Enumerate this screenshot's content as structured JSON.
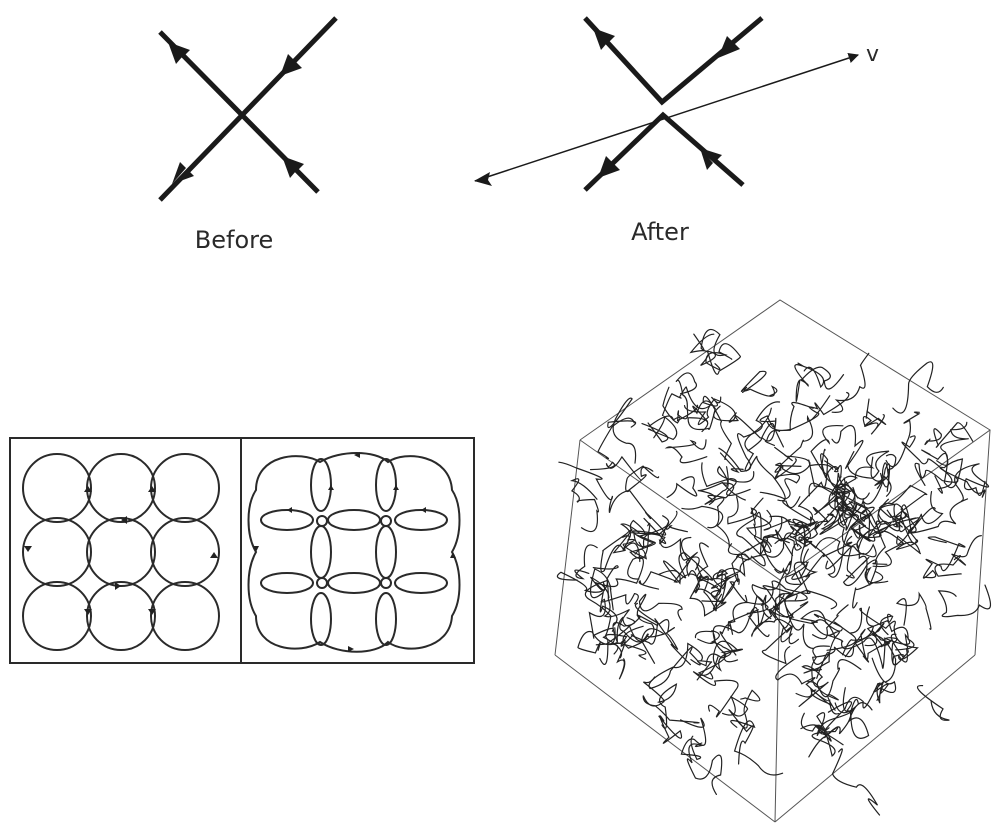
{
  "top_left": {
    "caption": "Before"
  },
  "top_right": {
    "caption": "After",
    "velocity_label": "v"
  },
  "bottom_left": {},
  "bottom_right": {}
}
